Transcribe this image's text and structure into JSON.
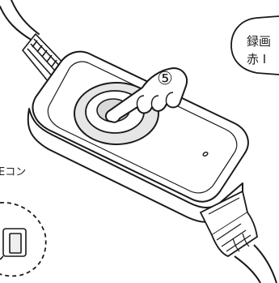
{
  "step_badge": "⑤",
  "callout_bubble": {
    "line1": "録画",
    "line2": "赤 I"
  },
  "remote_label": "Eコン",
  "colors": {
    "line": "#1a1a1a",
    "fill": "#ffffff",
    "body_gray": "#eeeeee",
    "button_gray": "#d9d9d9"
  }
}
